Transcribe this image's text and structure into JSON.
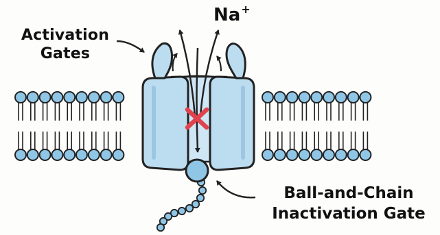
{
  "labels": {
    "activation_gates_line1": "Activation",
    "activation_gates_line2": "Gates",
    "ion_symbol": "Na",
    "ion_charge": "+",
    "inactivation_line1": "Ball-and-Chain",
    "inactivation_line2": "Inactivation Gate"
  },
  "colors": {
    "lipid_head": "#8fc6e6",
    "channel_fill": "#bcdcf0",
    "outline": "#222222",
    "block_mark": "#e0434d"
  },
  "icons": {
    "block_mark": "x-block-icon"
  }
}
